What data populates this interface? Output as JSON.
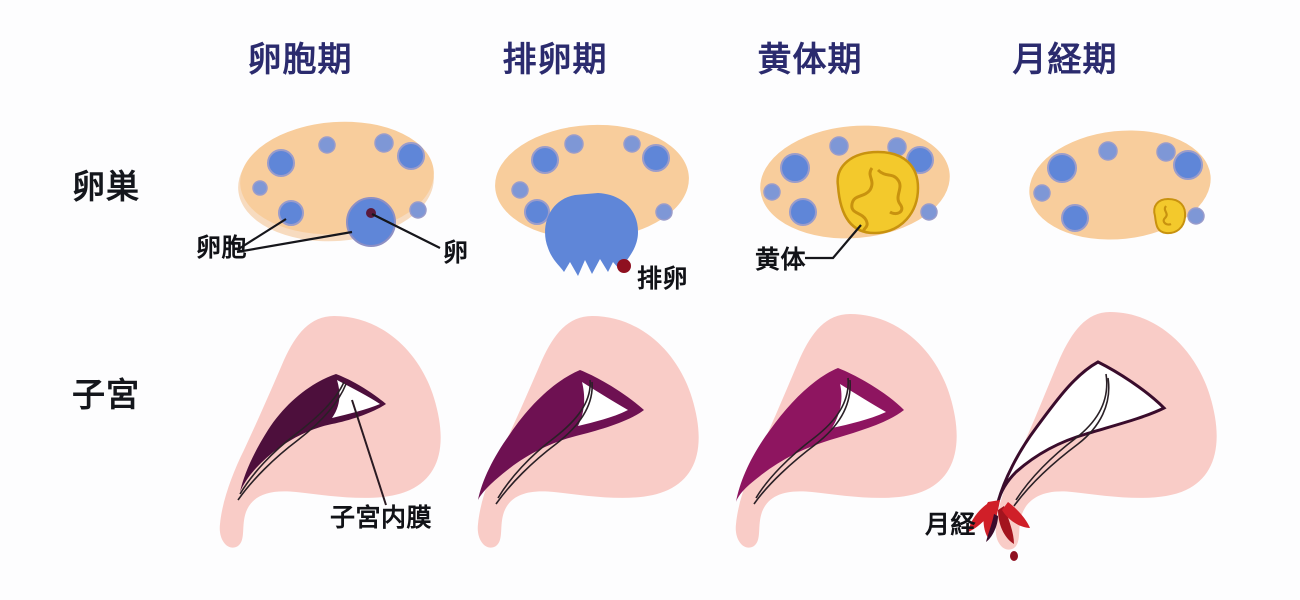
{
  "diagram": {
    "title_row_labels": {
      "ovary": "卵巣",
      "uterus": "子宮"
    },
    "phases": [
      {
        "key": "follicular",
        "label": "卵胞期"
      },
      {
        "key": "ovulation",
        "label": "排卵期"
      },
      {
        "key": "luteal",
        "label": "黄体期"
      },
      {
        "key": "menstrual",
        "label": "月経期"
      }
    ],
    "annotations": {
      "follicle": "卵胞",
      "egg": "卵",
      "ovulation_event": "排卵",
      "corpus_luteum": "黄体",
      "endometrium": "子宮内膜",
      "menstruation": "月経"
    },
    "colors": {
      "background": "#fdfdfe",
      "header_text": "#2b2b6e",
      "label_text": "#14161c",
      "ovary_fill": "#f8cd9c",
      "ovary_shade": "#f2bf8a",
      "follicle_fill": "#5f86d8",
      "follicle_small": "#7e97d6",
      "follicle_stroke": "#8d8fc4",
      "egg_dot": "#5a1a3c",
      "corpus_luteum_fill": "#f3c92c",
      "corpus_luteum_stroke": "#c8920f",
      "uterus_fill": "#f9ccc7",
      "uterus_shade": "#f3b8b2",
      "endometrium_dark": "#4d0f3c",
      "endometrium_mid": "#6e1152",
      "endometrium_magenta": "#8e1560",
      "cavity_white": "#ffffff",
      "blood_red": "#d01f28",
      "blood_dark": "#8f1020",
      "leader_line": "#16161b"
    }
  }
}
